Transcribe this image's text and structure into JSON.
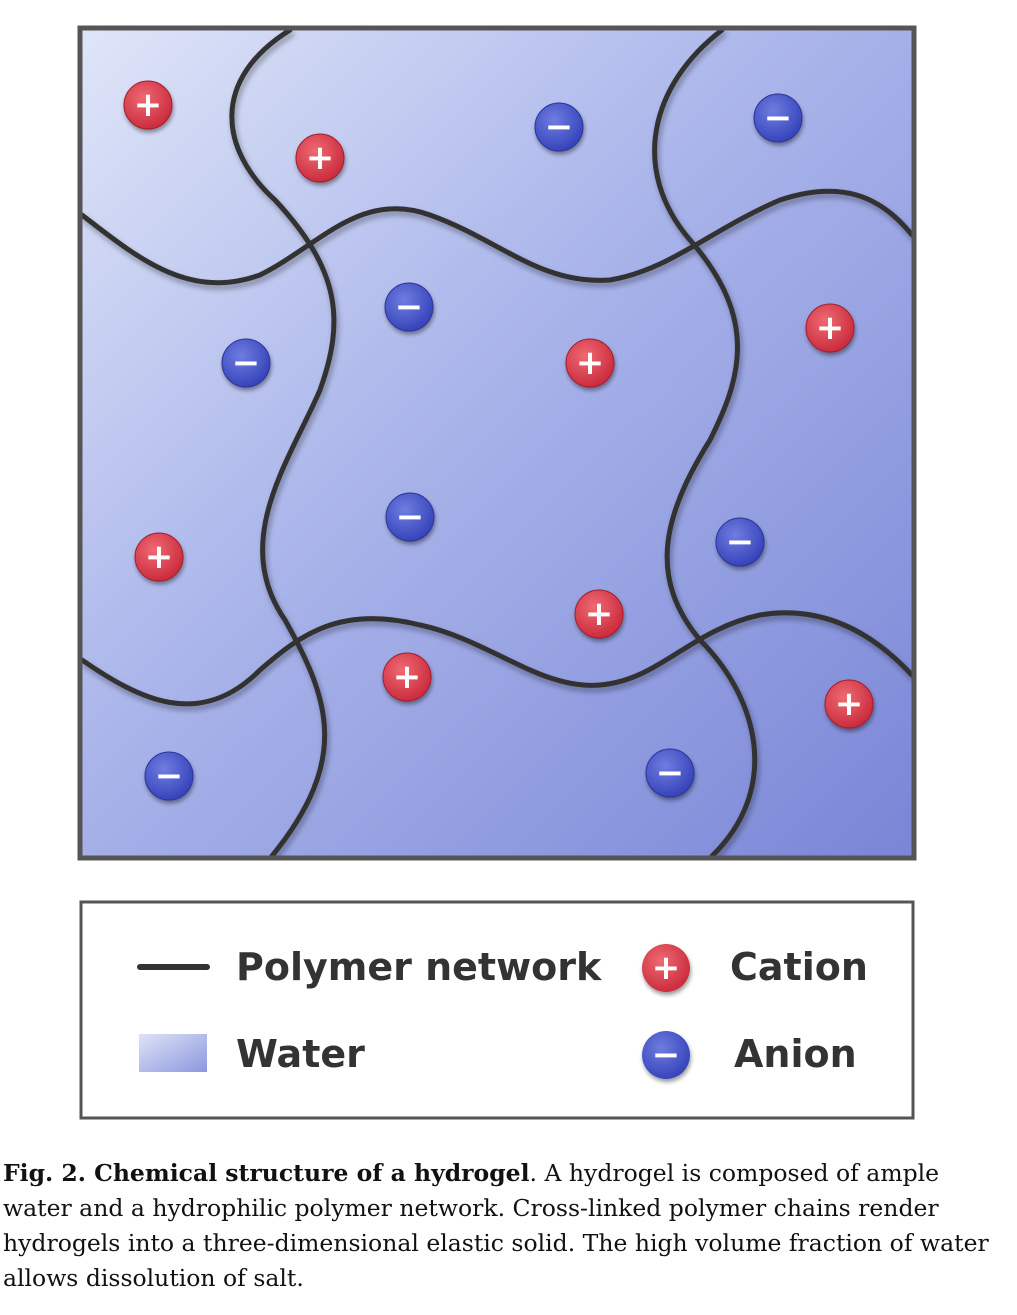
{
  "legend": {
    "polymer_label": "Polymer network",
    "water_label": "Water",
    "cation_label": "Cation",
    "anion_label": "Anion"
  },
  "ion_symbols": {
    "cation": "+",
    "anion": "−"
  },
  "colors": {
    "polymer": "#333333",
    "water_light": "#dde3f7",
    "water_dark": "#7b88d8",
    "cation": "#d83c47",
    "anion": "#4452c9"
  },
  "caption": {
    "title": "Fig. 2.  Chemical structure of a hydrogel",
    "text": ". A hydrogel is composed of ample water and a hydrophilic polymer network. Cross-linked polymer chains render hydrogels into a three-dimensional elastic solid. The high volume fraction of water allows dissolution of salt."
  }
}
